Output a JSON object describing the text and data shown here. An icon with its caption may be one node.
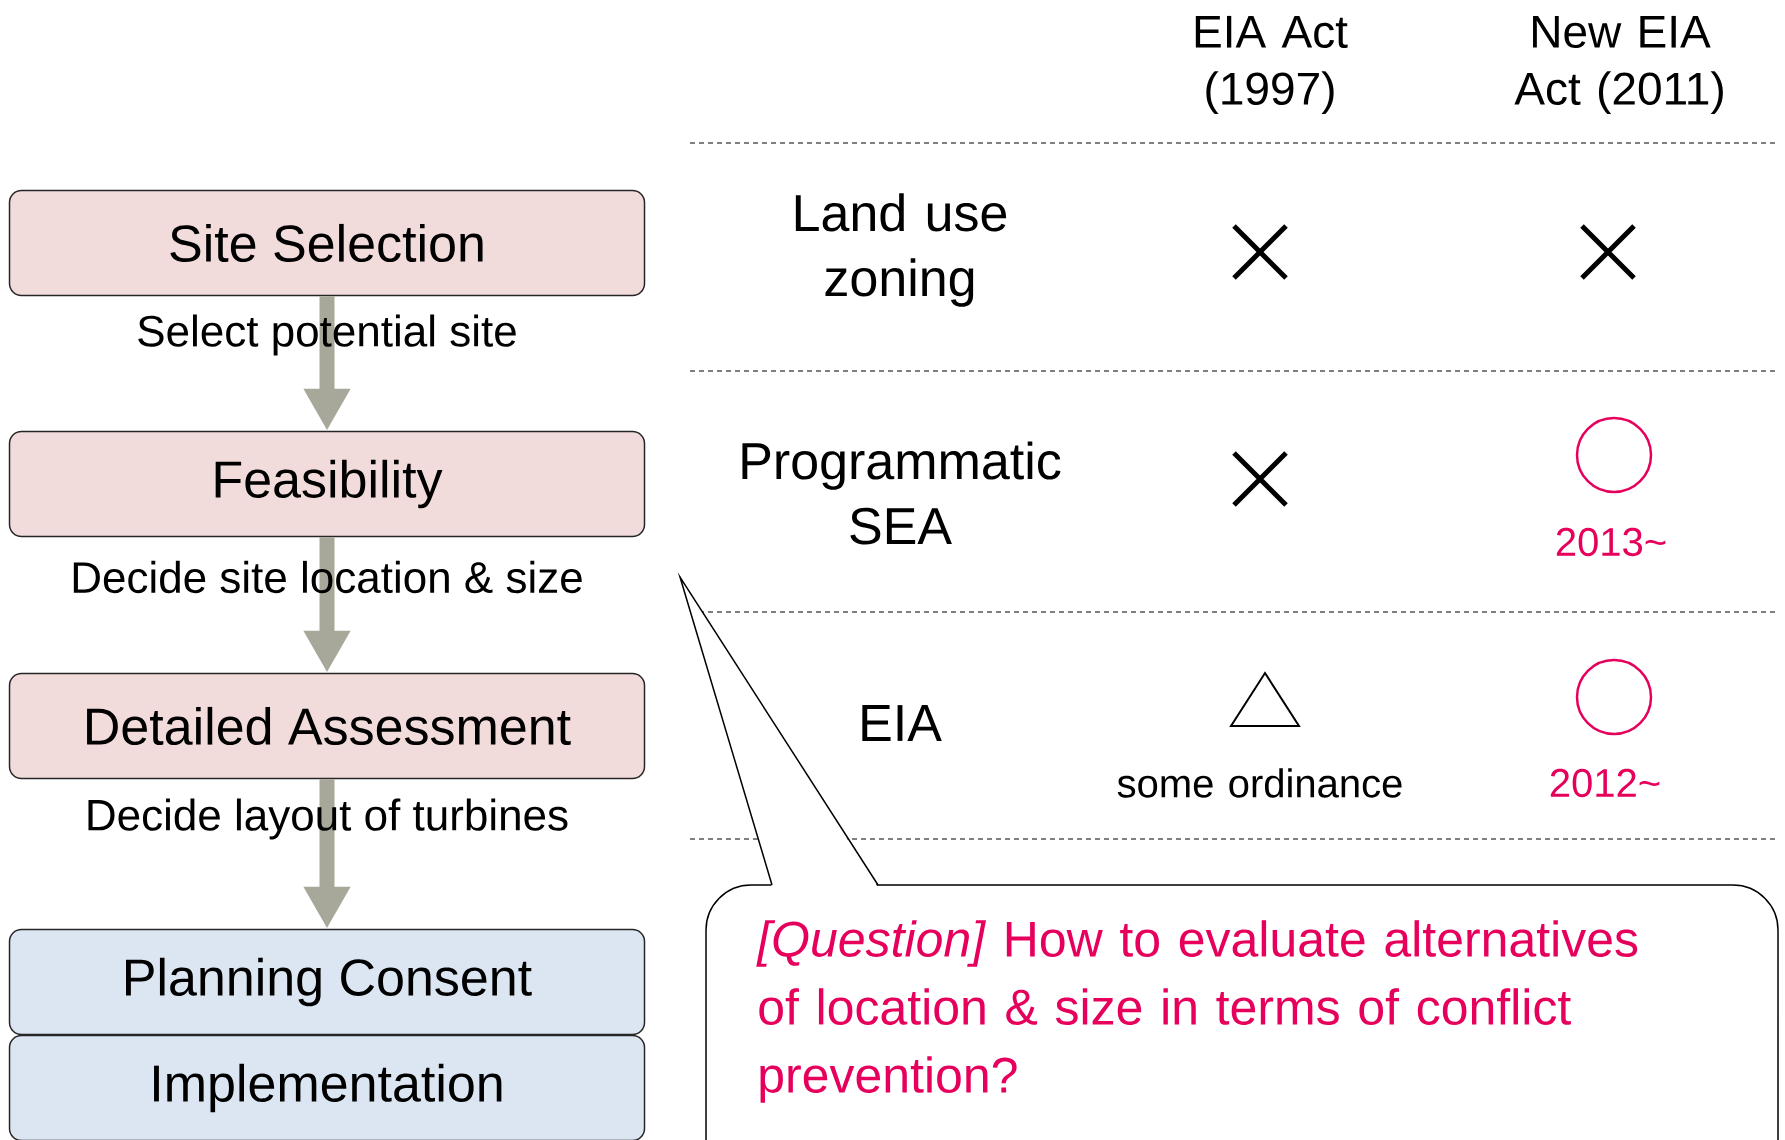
{
  "diagram": {
    "nodes": [
      {
        "text": [
          "Site Selection"
        ],
        "beside": [
          "Select potential site"
        ]
      },
      {
        "text": [
          "Feasibility"
        ],
        "beside": [
          "Decide site location & size"
        ]
      },
      {
        "text": [
          "Detailed Assessment"
        ],
        "beside": [
          "Decide layout of turbines"
        ]
      },
      {
        "text": [
          "Planning Consent"
        ]
      },
      {
        "text": [
          "Implementation"
        ]
      },
      {
        "text": [
          "*[Question]* How to evaluate alternatives of location & size in terms of conflict prevention?"
        ]
      }
    ],
    "edges": [
      {
        "from": 0,
        "to": 1,
        "arrow": "to"
      },
      {
        "from": 1,
        "to": 2,
        "arrow": "to"
      },
      {
        "from": 2,
        "to": 3,
        "arrow": "to"
      }
    ],
    "labels": [
      "EIA Act (1997)",
      "New EIA Act (2011)",
      "Land use zoning",
      "Programmatic SEA",
      "2013~",
      "EIA",
      "some ordinance",
      "2012~"
    ]
  }
}
